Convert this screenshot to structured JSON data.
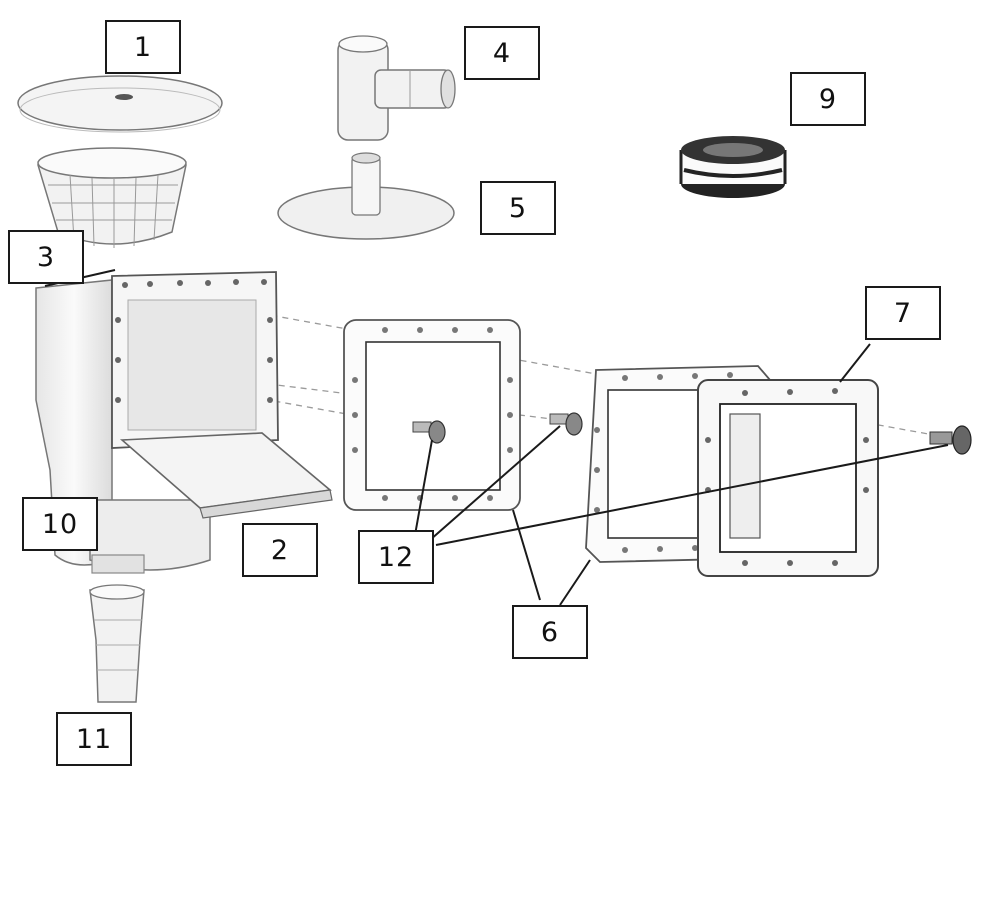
{
  "labels": {
    "c1": "1",
    "c2": "2",
    "c3": "3",
    "c4": "4",
    "c5": "5",
    "c6": "6",
    "c7": "7",
    "c9": "9",
    "c10": "10",
    "c11": "11",
    "c12": "12"
  },
  "colors": {
    "line": "#1a1a1a",
    "part_fill": "#f1f1f1",
    "part_stroke": "#555555",
    "shade": "#d9d9d9"
  }
}
